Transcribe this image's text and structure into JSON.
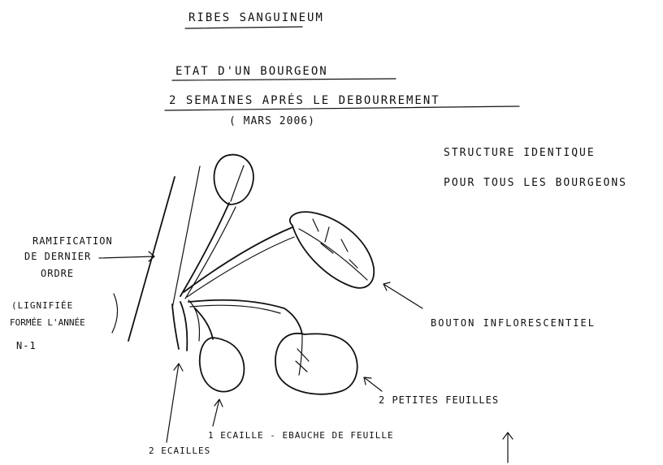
{
  "title": "RIBES SANGUINEUM",
  "subtitle_1": "ETAT D'UN BOURGEON",
  "subtitle_2": "2 SEMAINES APRÉS LE DEBOURREMENT",
  "date": "( MARS 2006)",
  "note": {
    "line1": "STRUCTURE IDENTIQUE",
    "line2": "POUR TOUS LES BOURGEONS"
  },
  "labels": {
    "ramification": [
      "RAMIFICATION",
      "DE DERNIER",
      "ORDRE"
    ],
    "lignifiee": [
      "(LIGNIFIÉE",
      "FORMÉE L'ANNÉE",
      "N-1"
    ],
    "bouton": "BOUTON INFLORESCENTIEL",
    "petites_feuilles": "2 PETITES FEUILLES",
    "ecaille_ebauche": "1 ECAILLE - EBAUCHE DE FEUILLE",
    "ecailles": "2 ECAILLES"
  }
}
